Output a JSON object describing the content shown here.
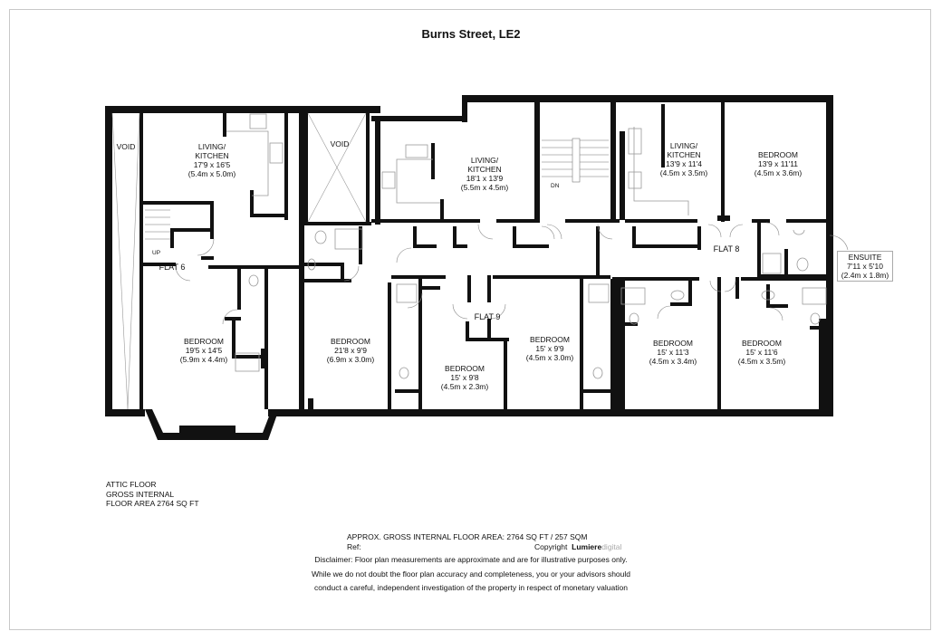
{
  "title": "Burns Street, LE2",
  "rooms": [
    {
      "name": "VOID",
      "size": "",
      "metric": ""
    },
    {
      "name": "LIVING/ KITCHEN",
      "line1": "LIVING/",
      "line2": "KITCHEN",
      "size": "17'9 x 16'5",
      "metric": "(5.4m x 5.0m)"
    },
    {
      "name": "VOID",
      "size": "",
      "metric": ""
    },
    {
      "name": "LIVING/ KITCHEN",
      "line1": "LIVING/",
      "line2": "KITCHEN",
      "size": "18'1 x 13'9",
      "metric": "(5.5m x 4.5m)"
    },
    {
      "name": "LIVING/ KITCHEN",
      "line1": "LIVING/",
      "line2": "KITCHEN",
      "size": "13'9 x 11'4",
      "metric": "(4.5m x 3.5m)"
    },
    {
      "name": "BEDROOM",
      "size": "13'9 x 11'11",
      "metric": "(4.5m x 3.6m)"
    },
    {
      "name": "BEDROOM",
      "size": "19'5 x 14'5",
      "metric": "(5.9m x 4.4m)"
    },
    {
      "name": "BEDROOM",
      "size": "21'8 x 9'9",
      "metric": "(6.9m x 3.0m)"
    },
    {
      "name": "BEDROOM",
      "size": "15' x 9'8",
      "metric": "(4.5m x 2.3m)"
    },
    {
      "name": "BEDROOM",
      "size": "15' x 9'9",
      "metric": "(4.5m x 3.0m)"
    },
    {
      "name": "BEDROOM",
      "size": "15' x 11'3",
      "metric": "(4.5m x 3.4m)"
    },
    {
      "name": "BEDROOM",
      "size": "15' x 11'6",
      "metric": "(4.5m x 3.5m)"
    }
  ],
  "ensuite": {
    "name": "ENSUITE",
    "size": "7'11 x 5'10",
    "metric": "(2.4m x 1.8m)"
  },
  "flats": [
    "FLAT 6",
    "FLAT 9",
    "FLAT 8"
  ],
  "stairs": {
    "up": "UP",
    "dn": "DN"
  },
  "floor_info": [
    "ATTIC FLOOR",
    "GROSS INTERNAL",
    "FLOOR AREA 2764 SQ FT"
  ],
  "footer": {
    "area": "APPROX. GROSS INTERNAL FLOOR AREA: 2764 SQ FT / 257 SQM",
    "ref": "Ref:",
    "copyright": "Copyright",
    "brand": "Lumiere",
    "brand_suffix": "digital",
    "disclaimer": [
      "Disclaimer: Floor plan measurements are approximate and are for illustrative purposes only.",
      "While we do not doubt the floor plan accuracy and completeness, you or your advisors should",
      "conduct a careful, independent investigation of the property in respect of monetary valuation"
    ]
  }
}
